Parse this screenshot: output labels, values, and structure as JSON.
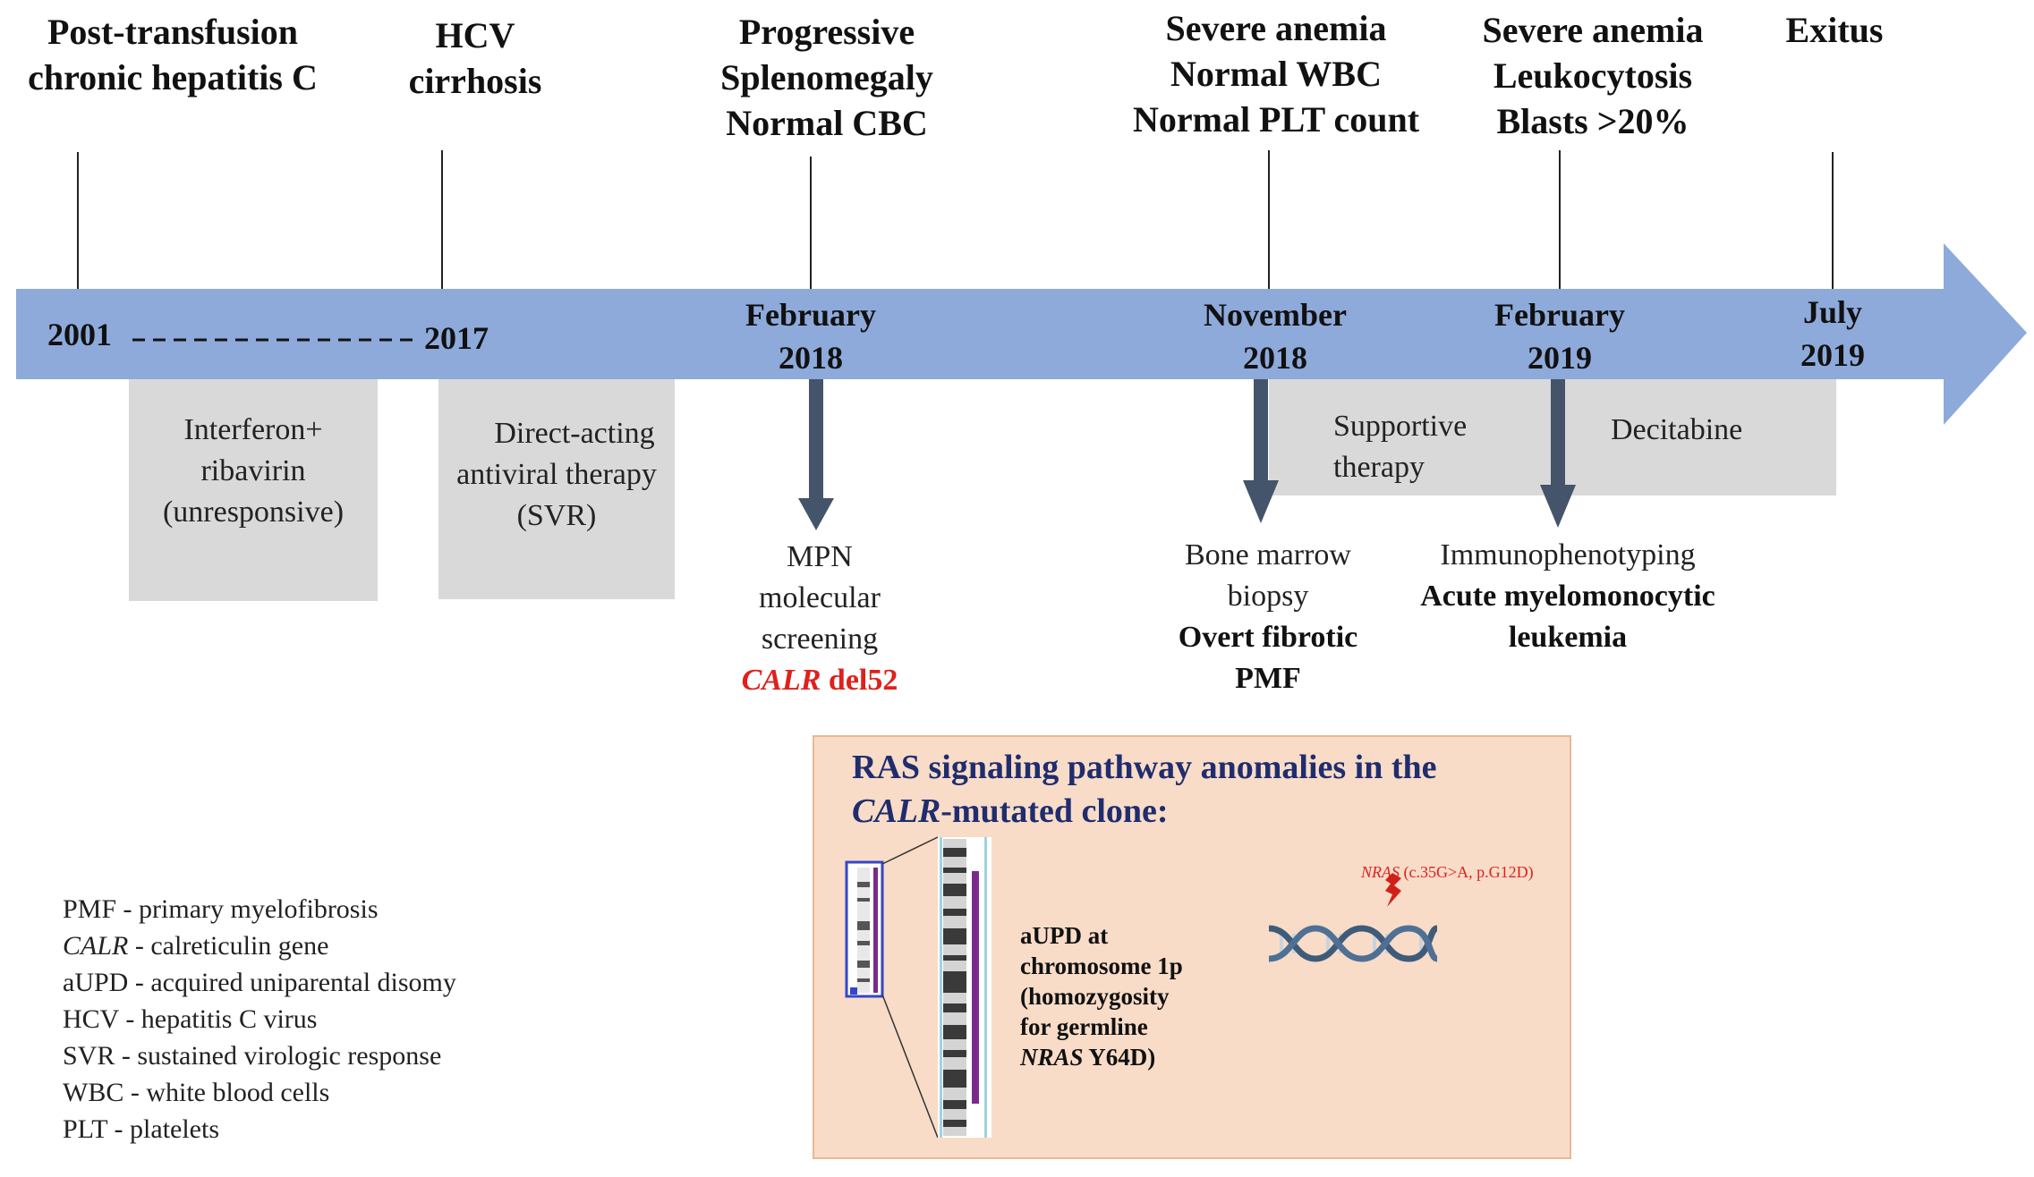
{
  "top_events": [
    {
      "lines": [
        "Post-transfusion",
        "chronic hepatitis C"
      ]
    },
    {
      "lines": [
        "HCV",
        "cirrhosis"
      ]
    },
    {
      "lines": [
        "Progressive",
        "Splenomegaly",
        "Normal CBC"
      ]
    },
    {
      "lines": [
        "Severe anemia",
        "Normal WBC",
        "Normal PLT count"
      ]
    },
    {
      "lines": [
        "Severe anemia",
        "Leukocytosis",
        "Blasts >20%"
      ]
    },
    {
      "lines": [
        "Exitus"
      ]
    }
  ],
  "timeline": {
    "start_year": "2001",
    "end_year_span": "2017",
    "dates": [
      {
        "month": "February",
        "year": "2018"
      },
      {
        "month": "November",
        "year": "2018"
      },
      {
        "month": "February",
        "year": "2019"
      },
      {
        "month": "July",
        "year": "2019"
      }
    ],
    "arrow_color": "#8eaadb",
    "box_color": "#d9d9d9",
    "down_arrow_color": "#44546a"
  },
  "therapy_boxes": [
    {
      "lines": [
        "Interferon+",
        "ribavirin",
        "(unresponsive)"
      ]
    },
    {
      "lines": [
        "Direct-acting",
        "antiviral therapy",
        "(SVR)"
      ]
    },
    {
      "lines": [
        "Supportive",
        "therapy"
      ]
    },
    {
      "lines": [
        "Decitabine"
      ]
    }
  ],
  "below_events": {
    "mpn": {
      "lines": [
        "MPN",
        "molecular",
        "screening"
      ],
      "gene": "CALR",
      "mutation": " del52"
    },
    "bm": {
      "lines": [
        "Bone marrow",
        "biopsy"
      ],
      "bold_lines": [
        "Overt fibrotic",
        "PMF"
      ]
    },
    "immuno": {
      "lines": [
        "Immunophenotyping"
      ],
      "bold_lines": [
        "Acute myelomonocytic",
        "leukemia"
      ]
    }
  },
  "ras_box": {
    "title_line1": "RAS signaling pathway anomalies in the",
    "title_gene": "CALR",
    "title_line2_rest": "-mutated clone:",
    "aupd_lines": [
      "aUPD at",
      "chromosome 1p",
      "(homozygosity",
      "for germline"
    ],
    "aupd_gene": "NRAS",
    "aupd_variant": " Y64D)",
    "nras_gene": "NRAS",
    "nras_variant": " (c.35G>A, p.G12D)",
    "box_color": "#f8dcc8",
    "title_color": "#1f2d6e"
  },
  "legend": [
    {
      "abbr": "PMF",
      "text": " - primary myelofibrosis"
    },
    {
      "abbr": "CALR",
      "text": " - calreticulin gene",
      "italic": true
    },
    {
      "abbr": "aUPD",
      "text": " - acquired uniparental disomy"
    },
    {
      "abbr": "HCV",
      "text": " - hepatitis C virus"
    },
    {
      "abbr": "SVR",
      "text": " - sustained virologic response"
    },
    {
      "abbr": "WBC",
      "text": " - white blood cells"
    },
    {
      "abbr": "PLT",
      "text": " - platelets"
    }
  ]
}
